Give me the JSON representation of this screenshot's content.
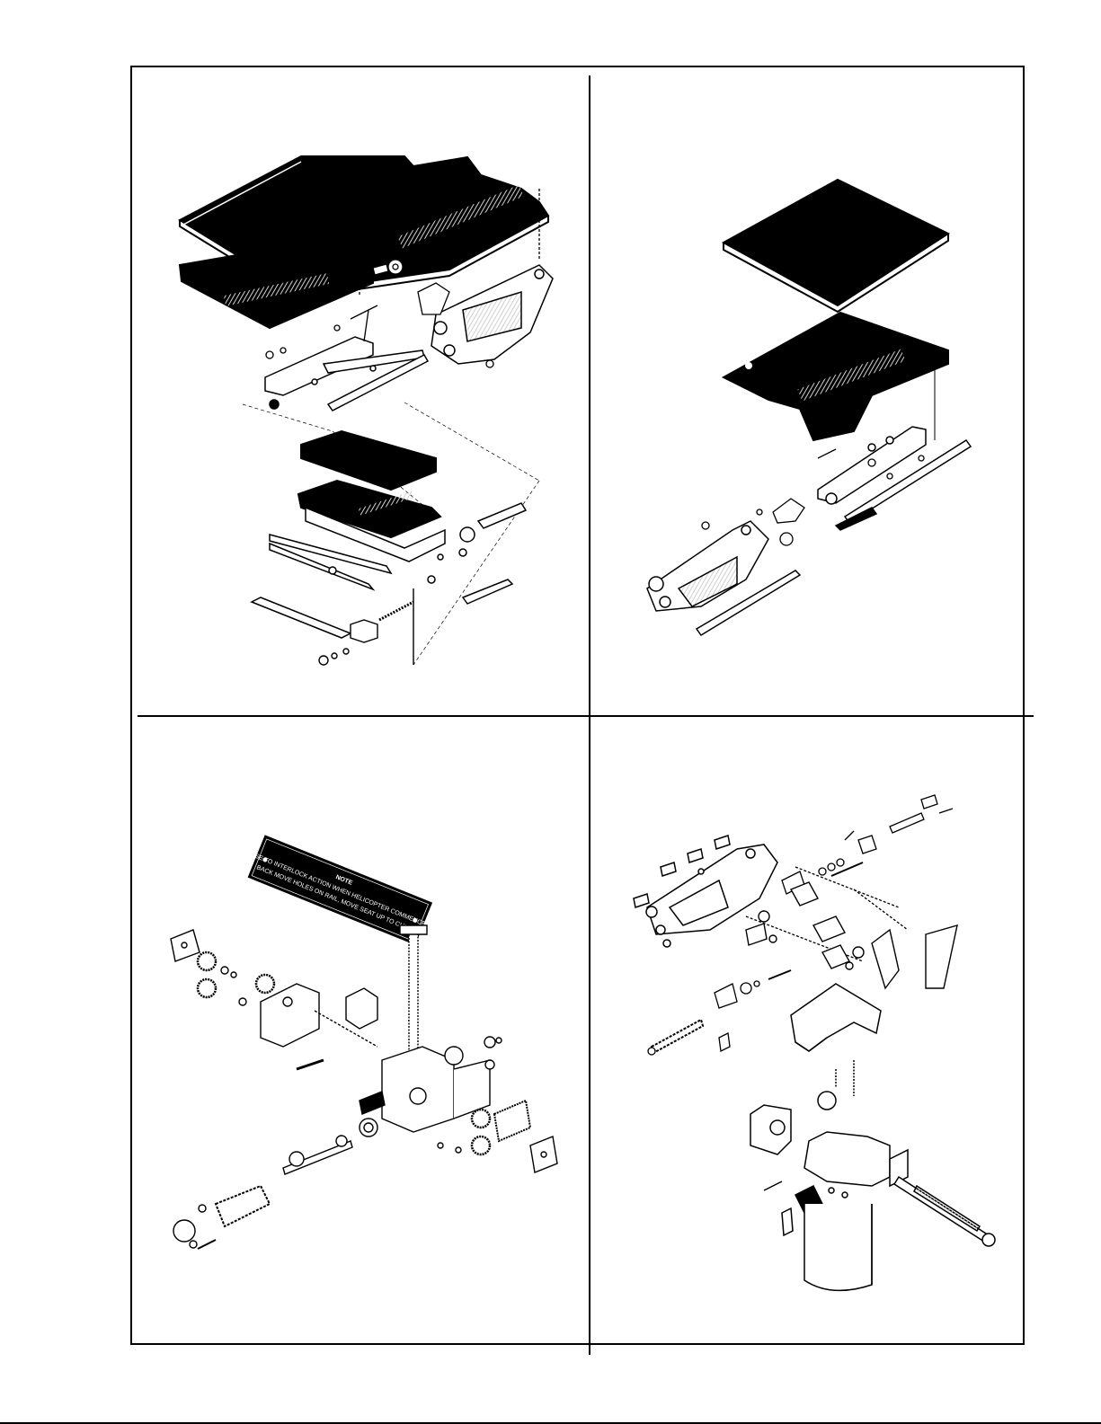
{
  "page": {
    "quadrants": [
      {
        "id": "top-left",
        "subject": "seat-plate-exploded-view"
      },
      {
        "id": "top-right",
        "subject": "seat-pan-exploded-view"
      },
      {
        "id": "bottom-left",
        "subject": "gearbox-exploded-view"
      },
      {
        "id": "bottom-right",
        "subject": "cylinder-mechanism-exploded-view"
      }
    ]
  },
  "warning_plate": {
    "heading": "NOTE",
    "line1": "USE TO INTERLOCK ACTION WHEN HELICOPTER COMMENCES",
    "line2": "BACK MOVE HOLES ON RAIL, MOVE SEAT UP TO CHECK"
  },
  "colors": {
    "ink": "#000000",
    "paper": "#ffffff",
    "hatch": "#bdbdbd"
  }
}
